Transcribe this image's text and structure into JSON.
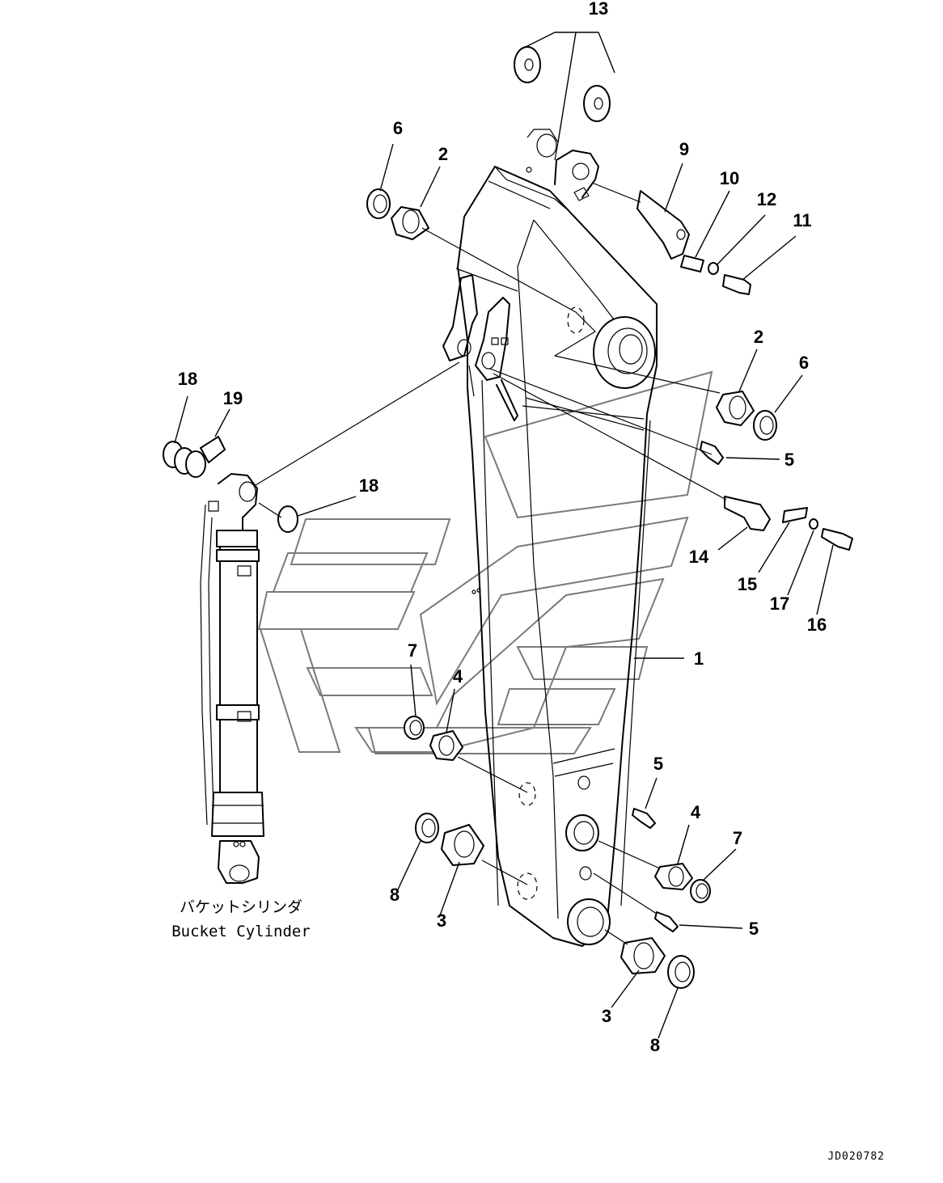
{
  "diagram": {
    "reference_code": "JD020782",
    "caption": {
      "japanese": "バケットシリンダ",
      "english": "Bucket Cylinder"
    },
    "callouts": [
      {
        "id": "c1",
        "label": "1"
      },
      {
        "id": "c2a",
        "label": "2"
      },
      {
        "id": "c2b",
        "label": "2"
      },
      {
        "id": "c3a",
        "label": "3"
      },
      {
        "id": "c3b",
        "label": "3"
      },
      {
        "id": "c4a",
        "label": "4"
      },
      {
        "id": "c4b",
        "label": "4"
      },
      {
        "id": "c5a",
        "label": "5"
      },
      {
        "id": "c5b",
        "label": "5"
      },
      {
        "id": "c5c",
        "label": "5"
      },
      {
        "id": "c6a",
        "label": "6"
      },
      {
        "id": "c6b",
        "label": "6"
      },
      {
        "id": "c7a",
        "label": "7"
      },
      {
        "id": "c7b",
        "label": "7"
      },
      {
        "id": "c8a",
        "label": "8"
      },
      {
        "id": "c8b",
        "label": "8"
      },
      {
        "id": "c9",
        "label": "9"
      },
      {
        "id": "c10",
        "label": "10"
      },
      {
        "id": "c11",
        "label": "11"
      },
      {
        "id": "c12",
        "label": "12"
      },
      {
        "id": "c13",
        "label": "13"
      },
      {
        "id": "c14",
        "label": "14"
      },
      {
        "id": "c15",
        "label": "15"
      },
      {
        "id": "c16",
        "label": "16"
      },
      {
        "id": "c17",
        "label": "17"
      },
      {
        "id": "c18a",
        "label": "18"
      },
      {
        "id": "c18b",
        "label": "18"
      },
      {
        "id": "c19",
        "label": "19"
      }
    ]
  }
}
